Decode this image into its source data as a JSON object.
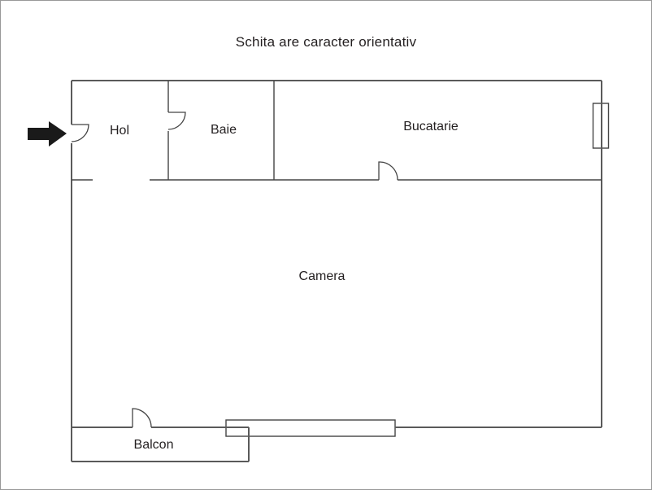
{
  "title": "Schita are caracter orientativ",
  "rooms": {
    "hol": {
      "label": "Hol"
    },
    "baie": {
      "label": "Baie"
    },
    "bucatarie": {
      "label": "Bucatarie"
    },
    "camera": {
      "label": "Camera"
    },
    "balcon": {
      "label": "Balcon"
    }
  },
  "features": {
    "entrance_icon": "entrance-arrow-icon",
    "doors": [
      "entrance-door",
      "baie-door",
      "bucatarie-door",
      "balcon-door"
    ],
    "windows": [
      "bucatarie-window",
      "camera-window"
    ]
  },
  "colors": {
    "wall": "#5a5a5a",
    "inner_wall": "#454545",
    "border": "#999999",
    "text": "#231f20",
    "arrow": "#1a1a1a",
    "background": "#ffffff"
  }
}
